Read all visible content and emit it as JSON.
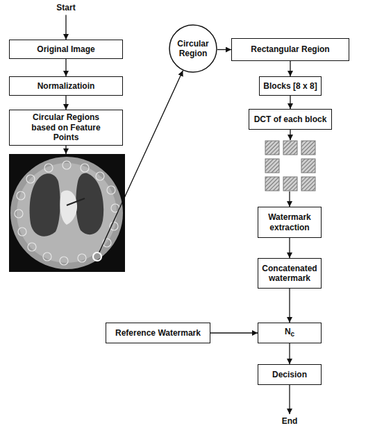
{
  "diagram": {
    "nodes": [
      {
        "text": [
          "Original Image"
        ]
      },
      {
        "text": [
          "Normalizatioin"
        ]
      },
      {
        "text": [
          "Circular Regions based on Feature Points"
        ]
      },
      {
        "text": [
          "Circular Region"
        ]
      },
      {
        "text": [
          "Rectangular Region"
        ]
      },
      {
        "text": [
          "Blocks [8 x 8]"
        ]
      },
      {
        "text": [
          "DCT of each block"
        ]
      },
      {
        "text": [
          "Watermark extraction"
        ]
      },
      {
        "text": [
          "Concatenated watermark"
        ]
      },
      {
        "text": [
          "Reference Watermark"
        ]
      },
      {
        "text": [
          "Nc"
        ]
      },
      {
        "text": [
          "Decision"
        ]
      }
    ],
    "edges": [
      {
        "from": 0,
        "to": 1,
        "arrow": "to"
      },
      {
        "from": 1,
        "to": 2,
        "arrow": "to"
      },
      {
        "from": 3,
        "to": 4,
        "arrow": "to"
      },
      {
        "from": 4,
        "to": 5,
        "arrow": "to"
      },
      {
        "from": 5,
        "to": 6,
        "arrow": "to"
      },
      {
        "from": 7,
        "to": 8,
        "arrow": "to"
      },
      {
        "from": 8,
        "to": 10,
        "arrow": "to"
      },
      {
        "from": 9,
        "to": 10,
        "arrow": "to"
      },
      {
        "from": 10,
        "to": 11,
        "arrow": "to"
      }
    ],
    "labels": [
      "Start",
      "End"
    ]
  }
}
